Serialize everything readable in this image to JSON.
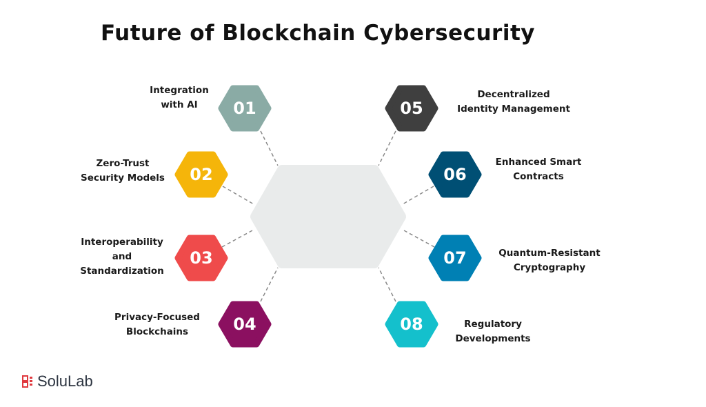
{
  "title": "Future of Blockchain Cybersecurity",
  "items": [
    {
      "number": "01",
      "lines": [
        "Integration",
        "with AI"
      ],
      "color": "#8aaba5"
    },
    {
      "number": "02",
      "lines": [
        "Zero-Trust",
        "Security Models"
      ],
      "color": "#f5b50a"
    },
    {
      "number": "03",
      "lines": [
        "Interoperability",
        "and",
        "Standardization"
      ],
      "color": "#ef4b4b"
    },
    {
      "number": "04",
      "lines": [
        "Privacy-Focused",
        "Blockchains"
      ],
      "color": "#8b1060"
    },
    {
      "number": "05",
      "lines": [
        "Decentralized",
        "Identity Management"
      ],
      "color": "#3f3f3f"
    },
    {
      "number": "06",
      "lines": [
        "Enhanced Smart",
        "Contracts"
      ],
      "color": "#004f74"
    },
    {
      "number": "07",
      "lines": [
        "Quantum-Resistant",
        "Cryptography"
      ],
      "color": "#0080b4"
    },
    {
      "number": "08",
      "lines": [
        "Regulatory",
        "Developments"
      ],
      "color": "#14c0cc"
    }
  ],
  "logo": {
    "text": "SoluLab",
    "color": "#e0393e"
  }
}
